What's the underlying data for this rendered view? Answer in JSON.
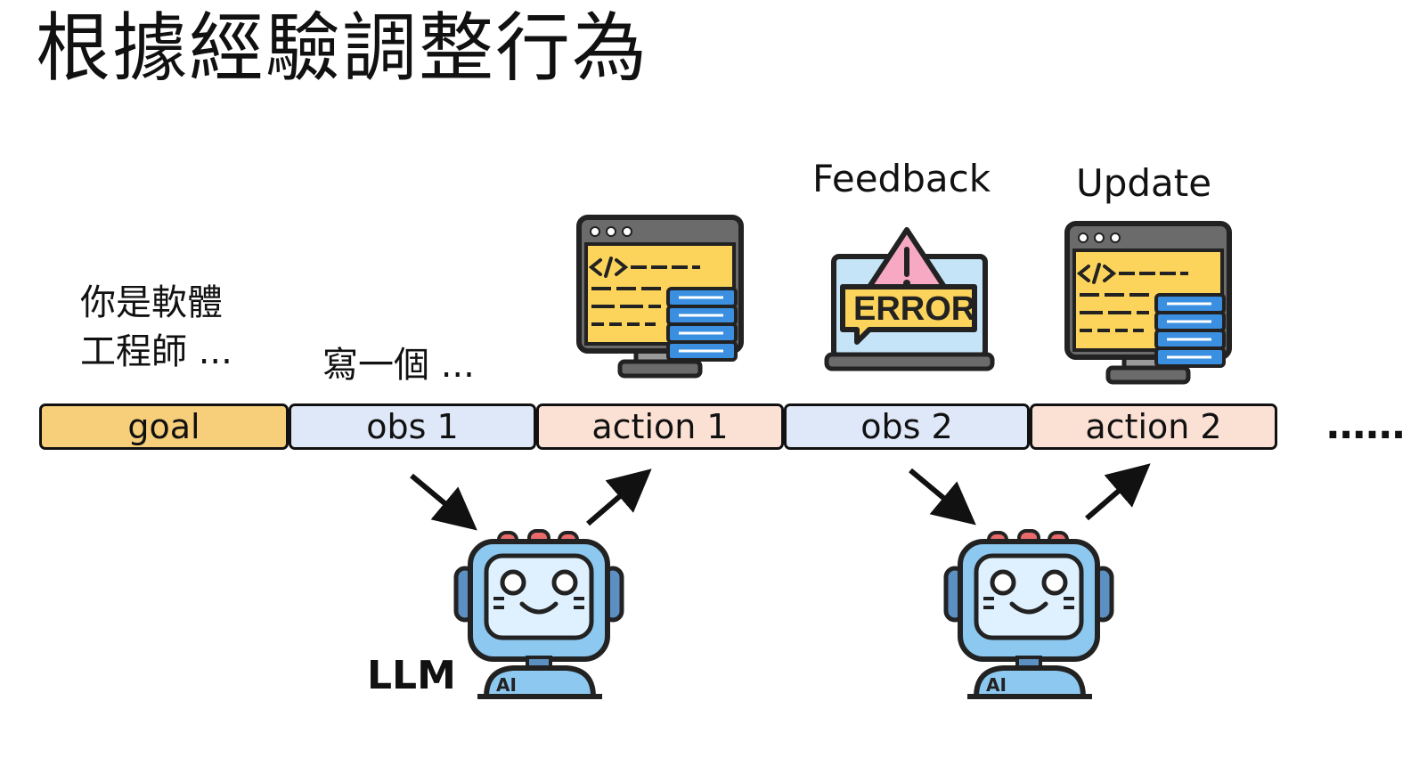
{
  "title": "根據經驗調整行為",
  "goal_note": {
    "line1": "你是軟體",
    "line2": "工程師 ..."
  },
  "obs_note": "寫一個 ...",
  "feedback_label": "Feedback",
  "update_label": "Update",
  "error_text": "ERROR",
  "llm_label": "LLM",
  "robot_badge": "AI",
  "timeline": [
    {
      "label": "goal",
      "kind": "goal"
    },
    {
      "label": "obs 1",
      "kind": "obs"
    },
    {
      "label": "action 1",
      "kind": "action"
    },
    {
      "label": "obs 2",
      "kind": "obs"
    },
    {
      "label": "action 2",
      "kind": "action"
    }
  ],
  "ellipsis": "......",
  "colors": {
    "goal": "#f7cf7b",
    "obs": "#dfe8f8",
    "action": "#fbe0d4",
    "screen_yellow": "#fcd45c",
    "robot_blue": "#8cc8ef",
    "error_pink": "#f7a8c2"
  },
  "icons": [
    "code-monitor-icon",
    "error-laptop-icon",
    "robot-icon",
    "arrow-icon"
  ]
}
